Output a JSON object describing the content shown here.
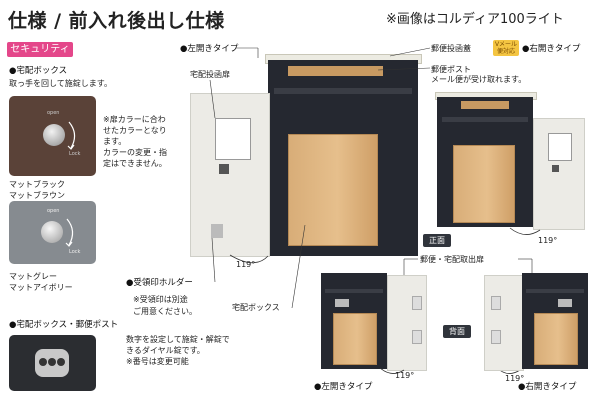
{
  "header": {
    "title": "仕様 / 前入れ後出し仕様",
    "note": "※画像はコルディア100ライト"
  },
  "left_panel": {
    "security_badge": "セキュリティ",
    "delivery_box_heading": "●宅配ボックス",
    "delivery_box_desc": "取っ手を回して施錠します。",
    "door_color_note": [
      "※扉カラーに合わ",
      "せたカラーとなり",
      "ます。",
      "カラーの変更・指",
      "定はできません。"
    ],
    "swatch1_label": [
      "マットブラック",
      "マットブラウン"
    ],
    "swatch2_label": [
      "マットグレー",
      "マットアイボリー"
    ],
    "knob_open": "open",
    "knob_lock": "Lock",
    "combo_heading": "●宅配ボックス・郵便ポスト",
    "combo_desc": [
      "数字を設定して施錠・解錠で",
      "きるダイヤル錠です。",
      "※番号は変更可能"
    ]
  },
  "center": {
    "left_open_label": "●左開きタイプ",
    "delivery_door_label": "宅配投函扉",
    "mail_slot_label": "郵便投函蓋",
    "mail_post_label": "郵便ポスト",
    "mail_post_desc": "メール便が受け取れます。",
    "stamp_holder_heading": "●受領印ホルダー",
    "stamp_holder_desc": [
      "※受領印は別途",
      "ご用意ください。"
    ],
    "delivery_box_label": "宅配ボックス",
    "angle_main": "119°"
  },
  "right": {
    "right_open_label": "●右開きタイプ",
    "front_label": "正面",
    "back_label": "背面",
    "retrieval_door_label": "郵便・宅配取出扉",
    "angle_front": "119°",
    "angle_back_left": "119°",
    "angle_back_right": "119°",
    "back_left_label": "●左開きタイプ",
    "back_right_label": "●右開きタイプ",
    "vlogo_text": "Vメール便対応"
  },
  "colors": {
    "badge": "#e4478a",
    "brown": "#5a4238",
    "gray": "#868b90",
    "cabinet": "#252830",
    "door": "#ecebe6",
    "box": "#dcb07a"
  }
}
